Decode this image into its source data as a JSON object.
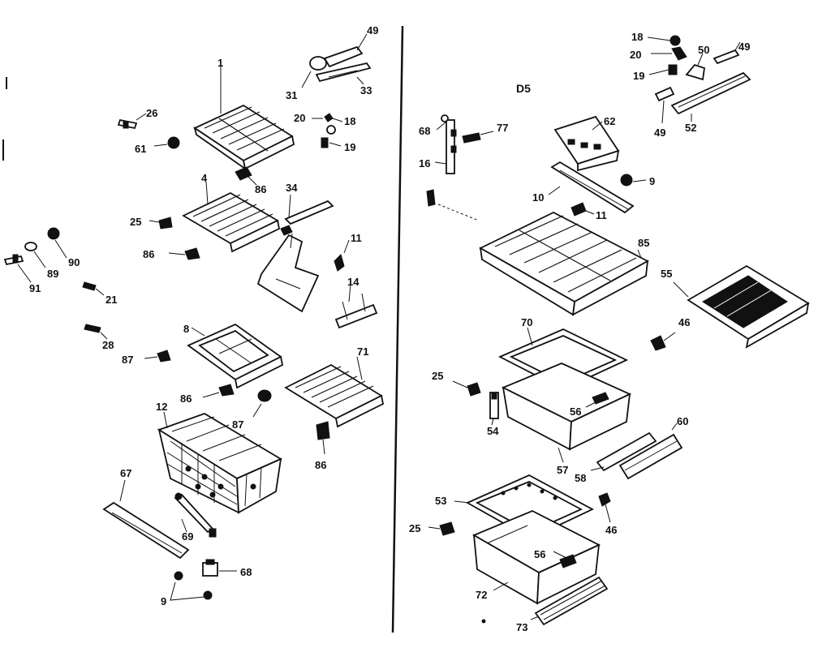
{
  "section_label": "D5",
  "callouts": {
    "c49a": "49",
    "c31": "31",
    "c33": "33",
    "c1": "1",
    "c26": "26",
    "c61": "61",
    "c20a": "20",
    "c18a": "18",
    "c19a": "19",
    "c86a": "86",
    "c4": "4",
    "c34": "34",
    "c25a": "25",
    "c86b": "86",
    "c11a": "11",
    "c14": "14",
    "c90": "90",
    "c89": "89",
    "c91": "91",
    "c21": "21",
    "c8": "8",
    "c28": "28",
    "c87a": "87",
    "c71": "71",
    "c86c": "86",
    "c12": "12",
    "c87b": "87",
    "c86d": "86",
    "c67": "67",
    "c69": "69",
    "c68a": "68",
    "c9a": "9",
    "c18b": "18",
    "c20b": "20",
    "c19b": "19",
    "c50": "50",
    "c49b": "49",
    "c49c": "49",
    "c52": "52",
    "c68b": "68",
    "c77": "77",
    "c16": "16",
    "c62": "62",
    "c9b": "9",
    "c10": "10",
    "c11b": "11",
    "c85": "85",
    "c55": "55",
    "c70": "70",
    "c46a": "46",
    "c25b": "25",
    "c54": "54",
    "c56a": "56",
    "c60": "60",
    "c57": "57",
    "c58": "58",
    "c53": "53",
    "c25c": "25",
    "c46b": "46",
    "c56b": "56",
    "c72": "72",
    "c73": "73"
  }
}
